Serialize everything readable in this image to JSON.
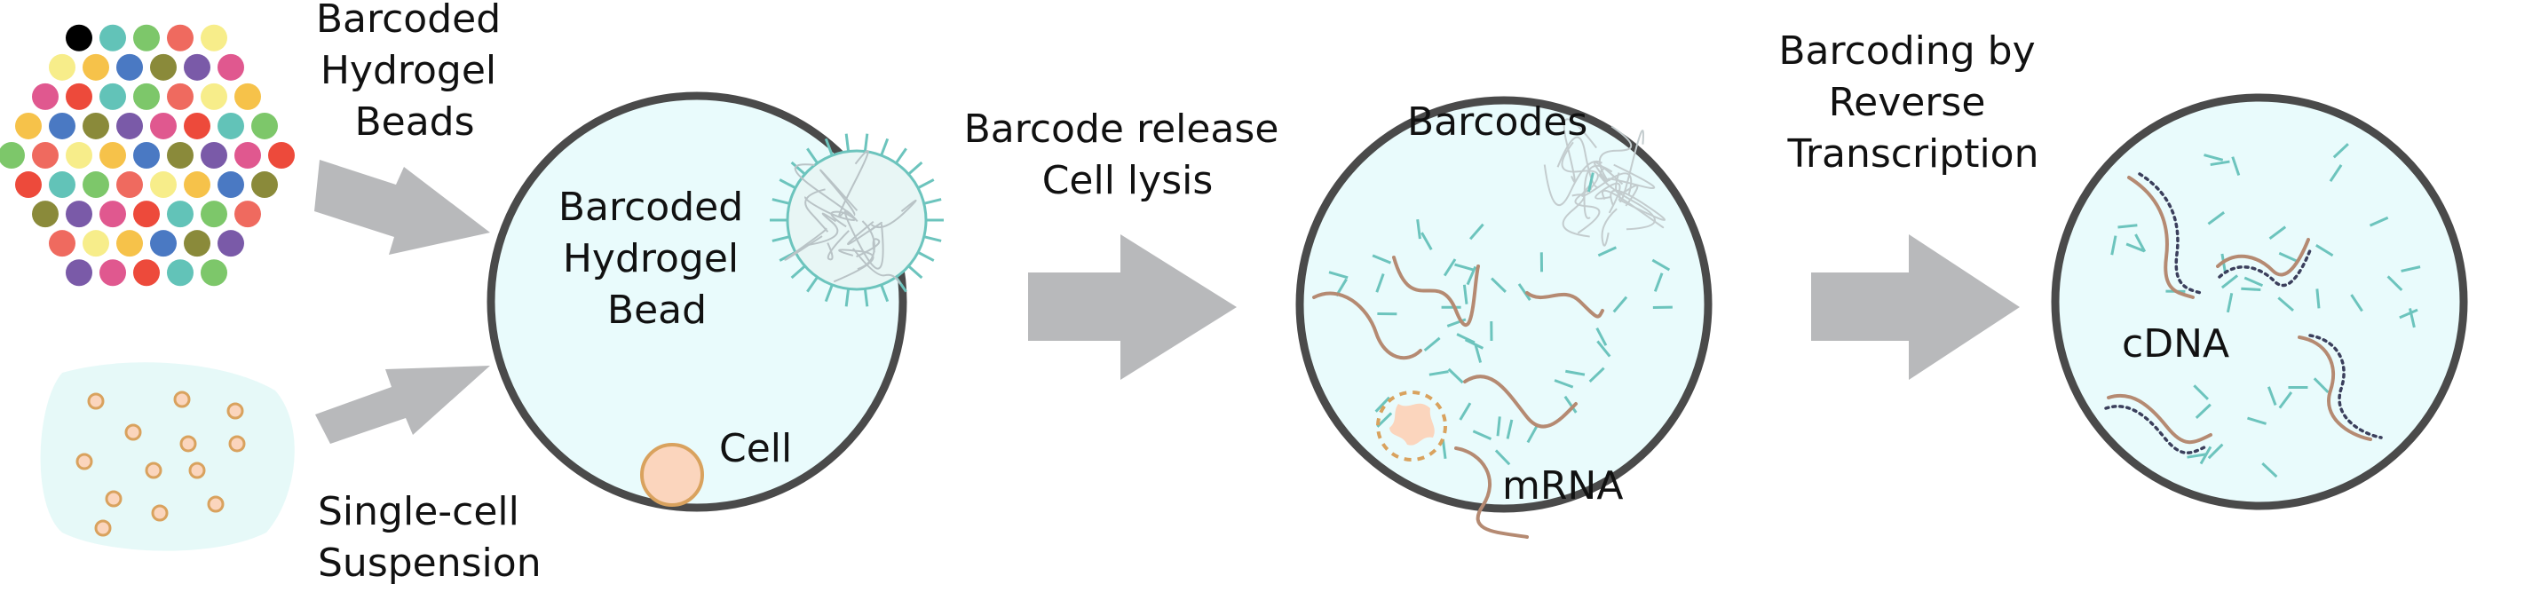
{
  "labels": {
    "beads_source": [
      "Barcoded",
      "Hydrogel",
      "Beads"
    ],
    "cell_source": [
      "Single-cell",
      "Suspension"
    ],
    "droplet_bead": [
      "Barcoded",
      "Hydrogel",
      "Bead"
    ],
    "droplet_cell": "Cell",
    "step1": [
      "Barcode release",
      "Cell lysis"
    ],
    "barcodes": "Barcodes",
    "mrna": "mRNA",
    "step2": [
      "Barcoding by",
      "Reverse",
      "Transcription"
    ],
    "cdna": "cDNA"
  },
  "colors": {
    "droplet_fill": "#e9fbfc",
    "droplet_stroke": "#4a4a4a",
    "arrow": "#b8b9bb",
    "barcode": "#6cc4bd",
    "mrna": "#b58a72",
    "cdna_dots": "#3b3f5c",
    "cell_fill": "#fbd5bd",
    "cell_stroke": "#d9a25e",
    "bead_palette": [
      "#ef6a5f",
      "#4a79c3",
      "#e0588f",
      "#7dc76a",
      "#f6c24a",
      "#7a5aa8",
      "#62c3b8",
      "#f7ed8a",
      "#8a8a3a",
      "#ed4a3b"
    ]
  }
}
